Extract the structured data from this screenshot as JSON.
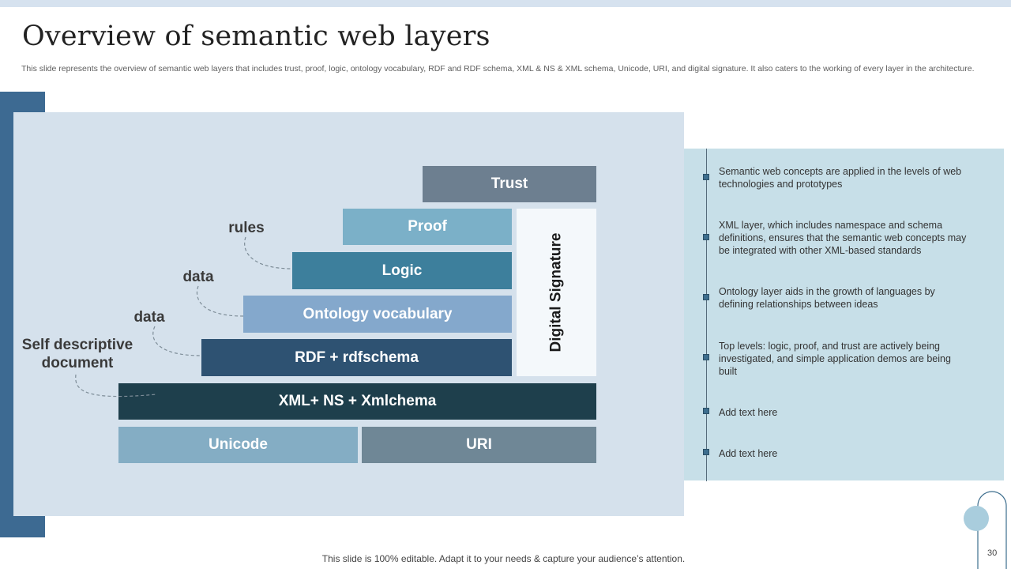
{
  "header": {
    "title": "Overview of semantic web layers",
    "subtitle": "This slide represents the overview of semantic web layers that includes trust, proof, logic, ontology vocabulary, RDF and RDF schema, XML & NS & XML  schema, Unicode, URI, and digital signature. It also caters to the working of every  layer in the architecture."
  },
  "diagram": {
    "layers": {
      "trust": "Trust",
      "proof": "Proof",
      "logic": "Logic",
      "ontology": "Ontology vocabulary",
      "rdf": "RDF + rdfschema",
      "xml": "XML+ NS + Xmlchema",
      "unicode": "Unicode",
      "uri": "URI",
      "digital_signature": "Digital Signature"
    },
    "annotations": {
      "rules": "rules",
      "data_upper": "data",
      "data_lower": "data",
      "self_descriptive": "Self descriptive document"
    },
    "colors": {
      "trust": "#6d7f90",
      "proof": "#7bb0c8",
      "logic": "#3d7f9c",
      "ontology": "#84a8cc",
      "rdf": "#2e5272",
      "xml": "#1e3f4c",
      "unicode": "#84adc4",
      "uri": "#6f8796"
    }
  },
  "notes": [
    {
      "text": "Semantic web concepts are applied in the levels of web technologies and prototypes"
    },
    {
      "text": "XML layer, which includes namespace and schema definitions, ensures that the semantic web concepts may be integrated with other XML-based standards"
    },
    {
      "text": "Ontology layer aids in the growth of languages by defining relationships between ideas"
    },
    {
      "text": "Top levels: logic, proof, and trust are actively being investigated, and simple application demos are being built"
    },
    {
      "text": "Add text here"
    },
    {
      "text": "Add text here"
    }
  ],
  "footer": {
    "note": "This slide is 100% editable. Adapt it to your needs & capture your audience’s attention.",
    "page_number": "30"
  }
}
